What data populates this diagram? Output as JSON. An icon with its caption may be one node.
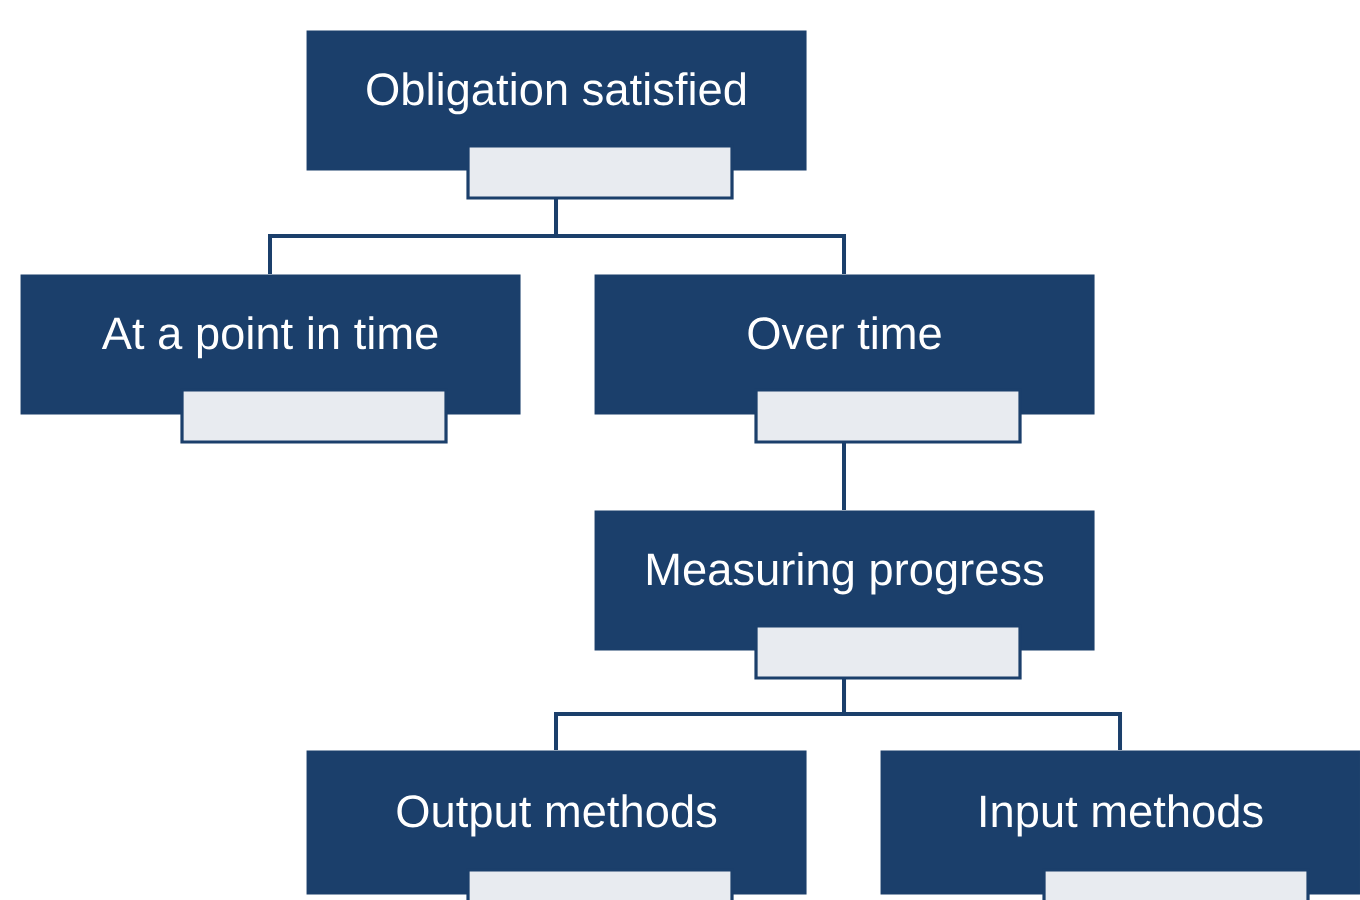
{
  "diagram": {
    "nodes": [
      {
        "text": [
          "Obligation satisfied"
        ]
      },
      {
        "text": [
          "At a point in time"
        ]
      },
      {
        "text": [
          "Over time"
        ]
      },
      {
        "text": [
          "Measuring progress"
        ]
      },
      {
        "text": [
          "Output methods"
        ]
      },
      {
        "text": [
          "Input methods"
        ]
      }
    ],
    "edges": [
      {
        "from": 0,
        "to": 1,
        "arrow": "none"
      },
      {
        "from": 0,
        "to": 2,
        "arrow": "none"
      },
      {
        "from": 2,
        "to": 3,
        "arrow": "none"
      },
      {
        "from": 3,
        "to": 4,
        "arrow": "none"
      },
      {
        "from": 3,
        "to": 5,
        "arrow": "none"
      }
    ]
  }
}
